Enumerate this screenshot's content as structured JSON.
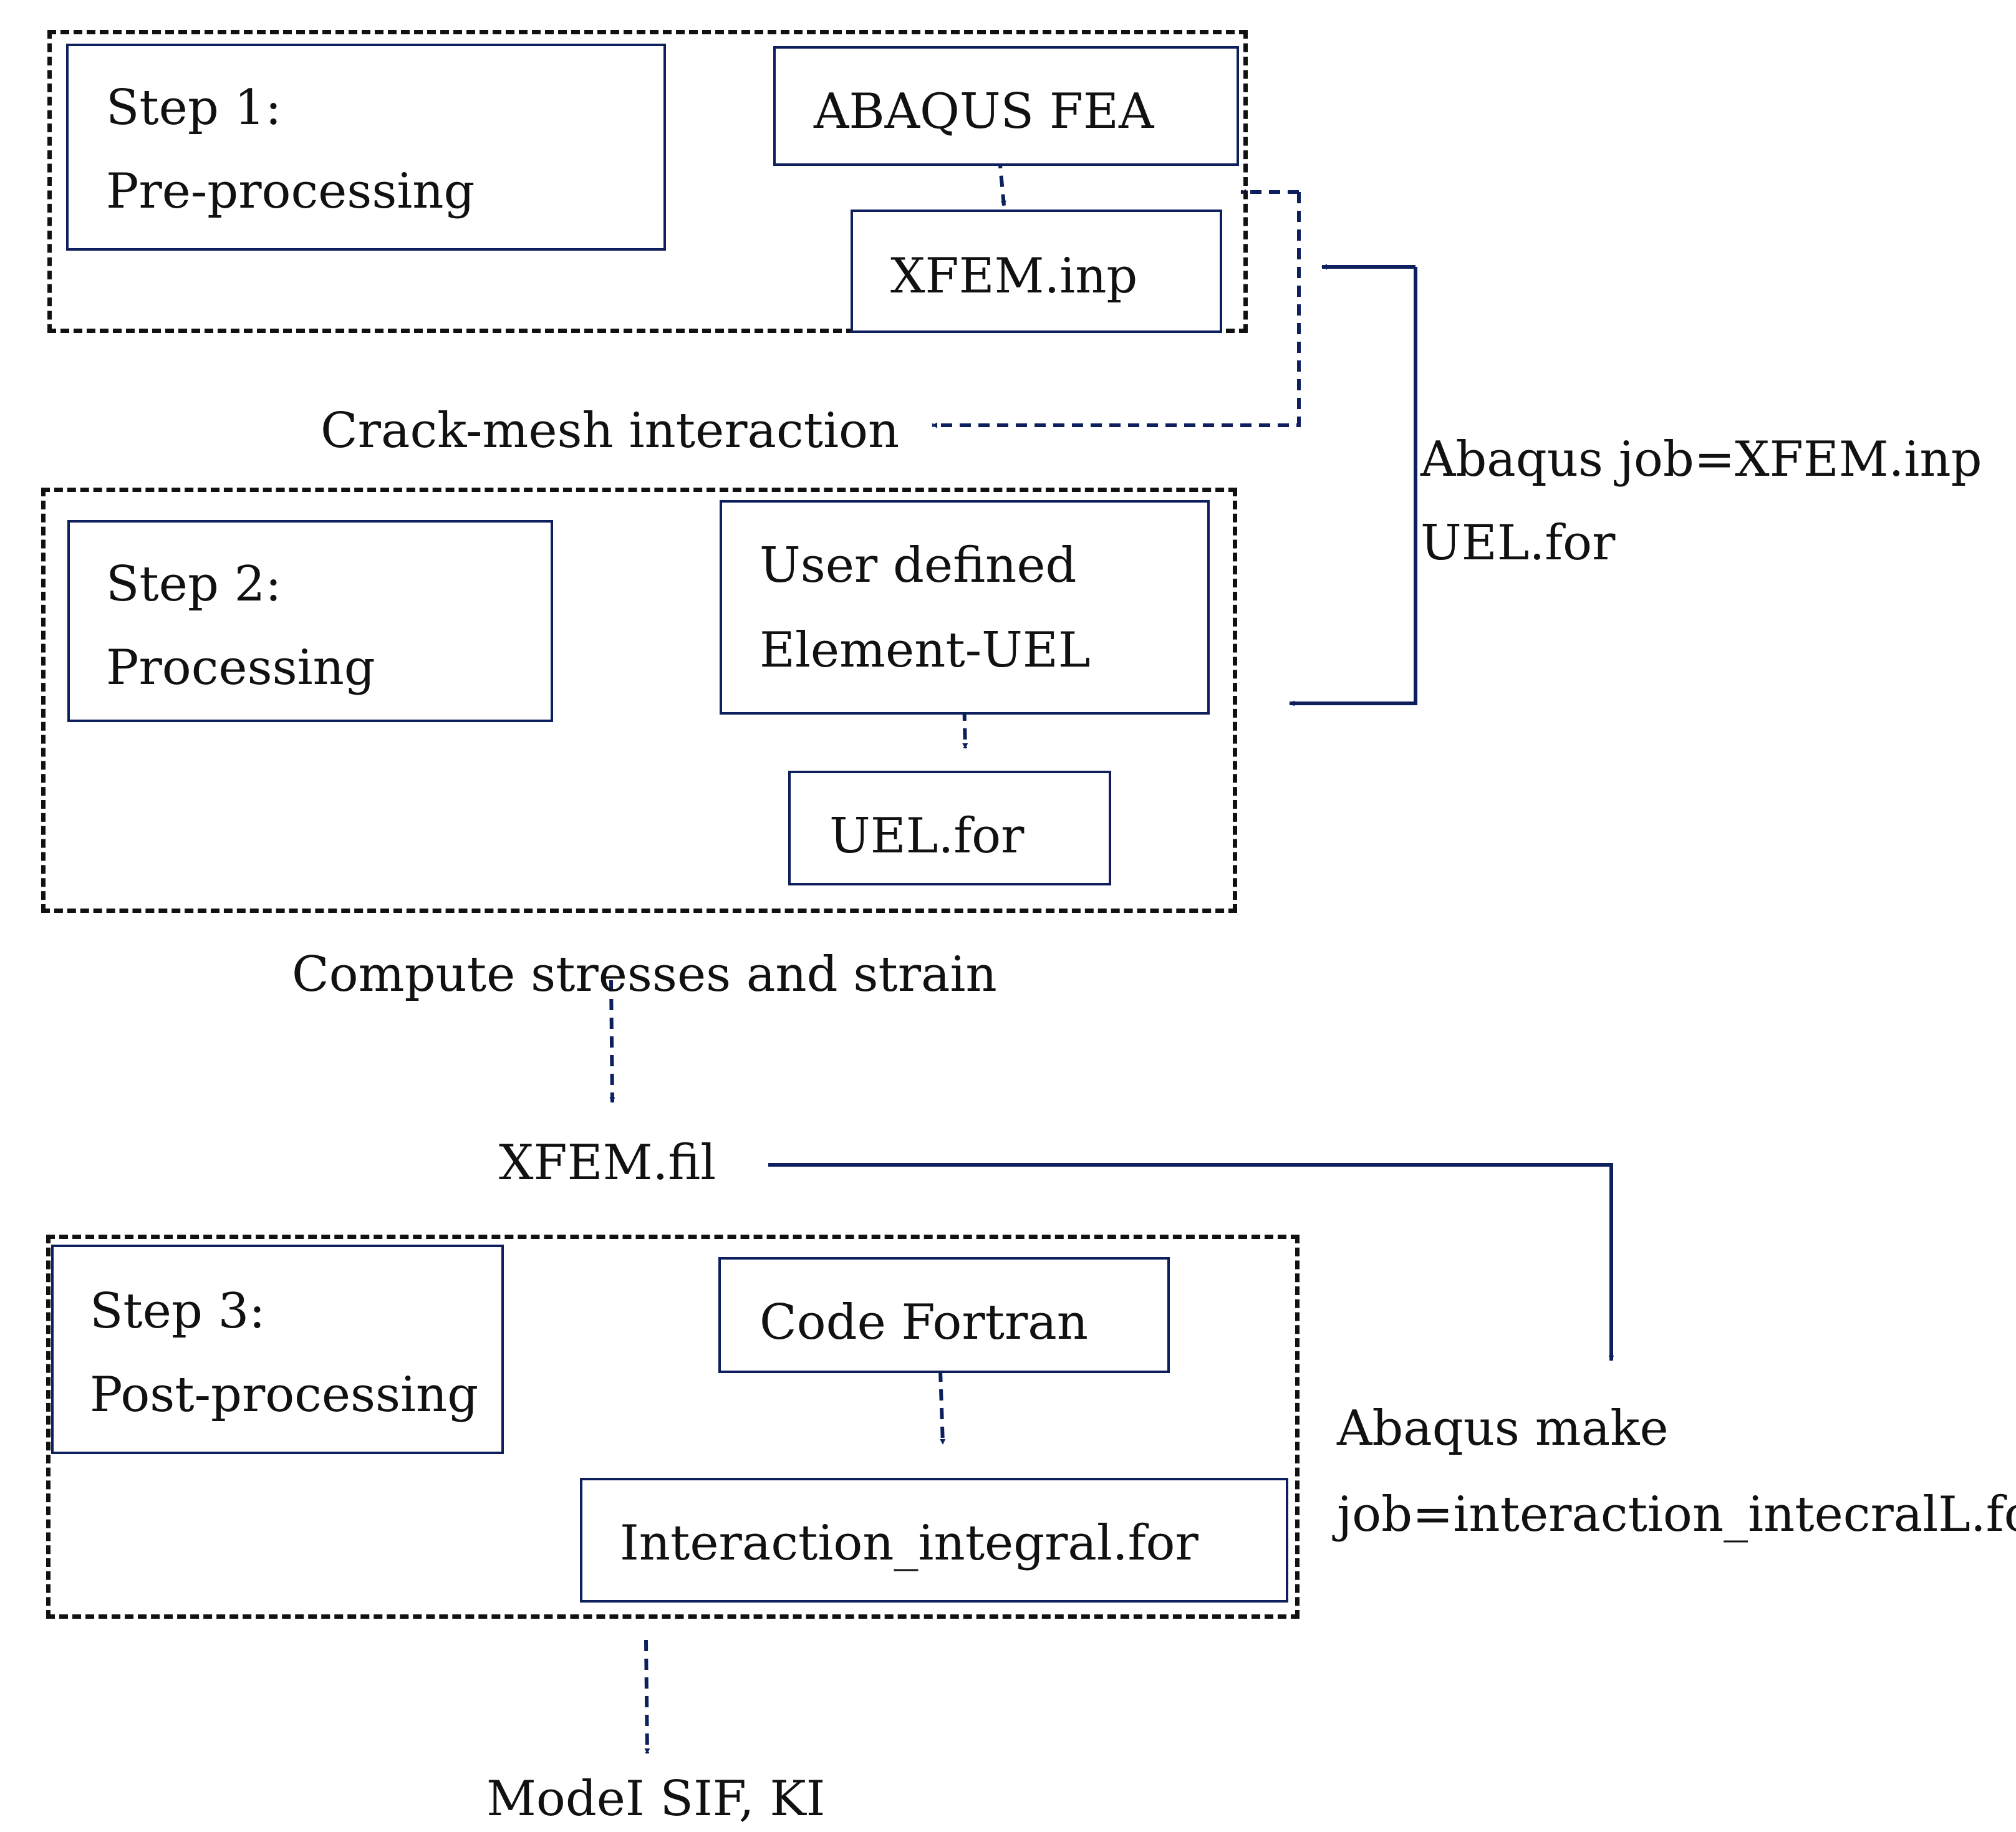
{
  "colors": {
    "box_border": "#0d1f5c",
    "arrow": "#0d1f5c",
    "group_border": "#111111",
    "text": "#111111"
  },
  "step1": {
    "title_line1": "Step 1:",
    "title_line2": "Pre-processing",
    "tool_box": "ABAQUS FEA",
    "file_box": "XFEM.inp"
  },
  "crack_mesh_label": "Crack-mesh interaction",
  "step2": {
    "title_line1": "Step 2:",
    "title_line2": "Processing",
    "tool_line1": "User defined",
    "tool_line2": "Element-UEL",
    "file_box": "UEL.for"
  },
  "abaqus_job": {
    "line1": "Abaqus job=XFEM.inp",
    "line2": "UEL.for"
  },
  "compute_label": "Compute stresses and strain",
  "fil_label": "XFEM.fil",
  "abaqus_make": {
    "line1": "Abaqus make",
    "line2": "job=interaction_intecralL.for"
  },
  "step3": {
    "title_line1": "Step 3:",
    "title_line2": "Post-processing",
    "tool_box": "Code Fortran",
    "file_box": "Interaction_integral.for"
  },
  "output_label": "ModeI SIF, KI"
}
